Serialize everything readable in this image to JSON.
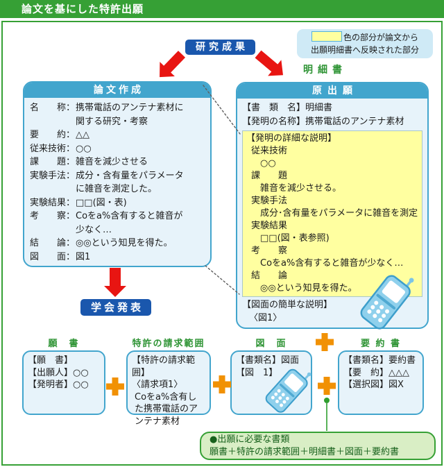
{
  "title": "論文を基にした特許出願",
  "legend": {
    "swatch_icon": "yellow-highlight-swatch",
    "line1": "色の部分が論文から",
    "line2": "出願明細書へ反映された部分"
  },
  "flow": {
    "research_badge": "研究成果",
    "presentation_badge": "学会発表",
    "spec_label": "明細書"
  },
  "paper_box": {
    "title": "論文作成",
    "rows": [
      {
        "label": "名　　称：",
        "value": "携帯電話のアンテナ素材に\n関する研究・考察"
      },
      {
        "label": "要　　約：",
        "value": "△△"
      },
      {
        "label": "従来技術：",
        "value": "○○"
      },
      {
        "label": "課　　題：",
        "value": "雑音を減少させる"
      },
      {
        "label": "実験手法：",
        "value": "成分・含有量をパラメータ\nに雑音を測定した。"
      },
      {
        "label": "実験結果：",
        "value": "□□(図・表)"
      },
      {
        "label": "考　　察：",
        "value": "Coをa%含有すると雑音が\n少なく…"
      },
      {
        "label": "結　　論：",
        "value": "◎◎という知見を得た。"
      },
      {
        "label": "図　　面：",
        "value": "図1"
      }
    ]
  },
  "application_box": {
    "title": "原出願",
    "doc_line": "【書　類　名】明細書",
    "invention_line": "【発明の名称】携帯電話のアンテナ素材",
    "detail": {
      "heading": "【発明の詳細な説明】",
      "items": [
        {
          "h": "従来技術",
          "v": "○○"
        },
        {
          "h": "課　　題",
          "v": "雑音を減少させる。"
        },
        {
          "h": "実験手法",
          "v": "成分･含有量をパラメータに雑音を測定"
        },
        {
          "h": "実験結果",
          "v": "□□(図・表参照)"
        },
        {
          "h": "考　　察",
          "v": "Coをa%含有すると雑音が少なく…"
        },
        {
          "h": "結　　論",
          "v": "◎◎という知見を得た。"
        }
      ]
    },
    "figure_heading": "【図面の簡単な説明】",
    "figure_value": "〈図1〉"
  },
  "documents": [
    {
      "label": "願　書",
      "lines": [
        "【願　書】",
        "【出願人】○○",
        "【発明者】○○"
      ]
    },
    {
      "label": "特許の請求範囲",
      "lines": [
        "【特許の請求範囲】",
        "〈請求項1〉",
        "Coをa%含有した携帯電話のアンテナ素材"
      ]
    },
    {
      "label": "図　面",
      "lines": [
        "【書類名】図面",
        "【図　1】"
      ]
    },
    {
      "label": "要 約 書",
      "lines": [
        "【書類名】要約書",
        "【要　約】△△△",
        "【選択図】図X"
      ]
    }
  ],
  "note_box": {
    "line1": "●出願に必要な書類",
    "line2": "願書＋特許の請求範囲＋明細書＋図面＋要約書"
  },
  "colors": {
    "header_green": "#36a035",
    "box_cyan": "#42a5cd",
    "box_fill": "#e7f3fa",
    "badge_blue": "#1a57ad",
    "arrow_red": "#e81512",
    "plus_orange": "#f19104",
    "highlight_yellow": "#ffffa0",
    "label_green": "#2f9435",
    "note_fill": "#d9eec5",
    "note_text": "#17611c",
    "legend_fill": "#cfeaf6"
  }
}
